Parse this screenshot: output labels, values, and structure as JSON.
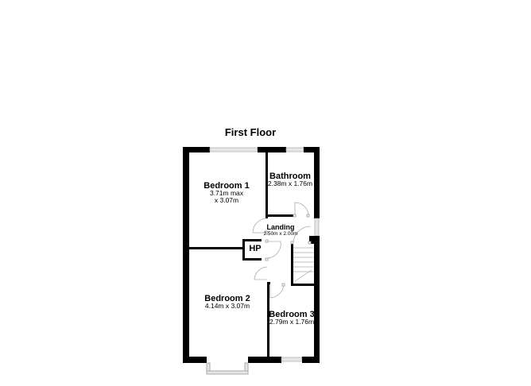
{
  "floor_plan": {
    "title": "First Floor",
    "rooms": [
      {
        "name": "Bedroom 1",
        "dimensions_line1": "3.71m max",
        "dimensions_line2": "x 3.07m"
      },
      {
        "name": "Bathroom",
        "dimensions": "2.38m x 1.76m"
      },
      {
        "name": "Landing",
        "dimensions": "2.50m x 2.00m"
      },
      {
        "name": "HP"
      },
      {
        "name": "Bedroom 2",
        "dimensions": "4.14m x 3.07m"
      },
      {
        "name": "Bedroom 3",
        "dimensions": "2.79m x 1.76m"
      }
    ],
    "colors": {
      "wall": "#000000",
      "window": "#cccccc",
      "door_arc": "#aaaaaa",
      "background": "#ffffff"
    }
  }
}
